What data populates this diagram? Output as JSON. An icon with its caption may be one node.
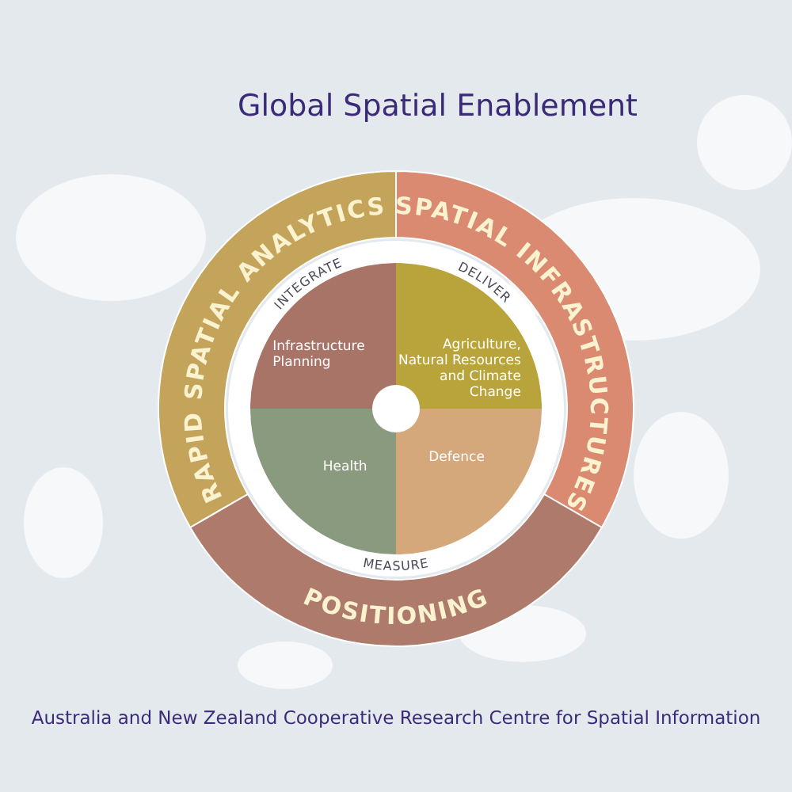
{
  "diagram": {
    "title": "Global Spatial Enablement",
    "caption": "Australia and New Zealand Cooperative Research Centre for Spatial Information",
    "nodes": [
      {
        "text": [
          "RAPID SPATIAL ANALYTICS"
        ]
      },
      {
        "text": [
          "SPATIAL INFRASTRUCTURES"
        ]
      },
      {
        "text": [
          "POSITIONING"
        ]
      },
      {
        "text": [
          "Agriculture, Natural Resources and Climate Change"
        ]
      },
      {
        "text": [
          "Infrastructure Planning"
        ]
      },
      {
        "text": [
          "Defence"
        ]
      },
      {
        "text": [
          "Health"
        ]
      }
    ],
    "labels": [
      "INTEGRATE",
      "DELIVER",
      "MEASURE"
    ]
  }
}
